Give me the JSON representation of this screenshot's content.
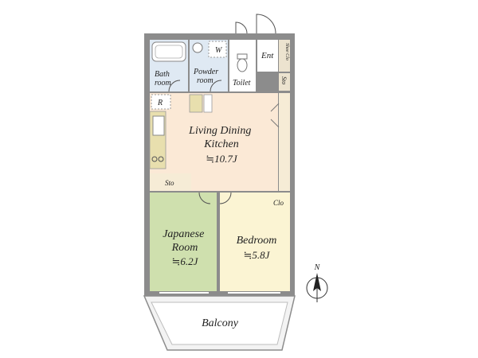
{
  "rooms": {
    "bath": [
      "Bath",
      "room"
    ],
    "powder": [
      "Powder",
      "room"
    ],
    "washer": "W",
    "toilet": "Toilet",
    "entrance": "Ent",
    "shoe_closet": "Shoe Clo",
    "storage_entry": "Sto",
    "fridge": "R",
    "ldk": {
      "name": [
        "Living Dining",
        "Kitchen"
      ],
      "area": "≒10.7J"
    },
    "storage_hall": "Sto",
    "closet": "Clo",
    "japanese": {
      "name": [
        "Japanese",
        "Room"
      ],
      "area": "≒6.2J"
    },
    "bedroom": {
      "name": "Bedroom",
      "area": "≒5.8J"
    },
    "balcony": "Balcony"
  },
  "compass": {
    "label": "N"
  },
  "colors": {
    "wall": "#8c8c8c",
    "ldk_floor": "#fbe9d6",
    "wet_floor": "#dfe9f3",
    "japanese_floor": "#cfe0ae",
    "bedroom_floor": "#fbf4d3",
    "hall_floor": "#f6ecd6",
    "closet_floor": "#ece3cf",
    "counter": "#e8dfae"
  }
}
